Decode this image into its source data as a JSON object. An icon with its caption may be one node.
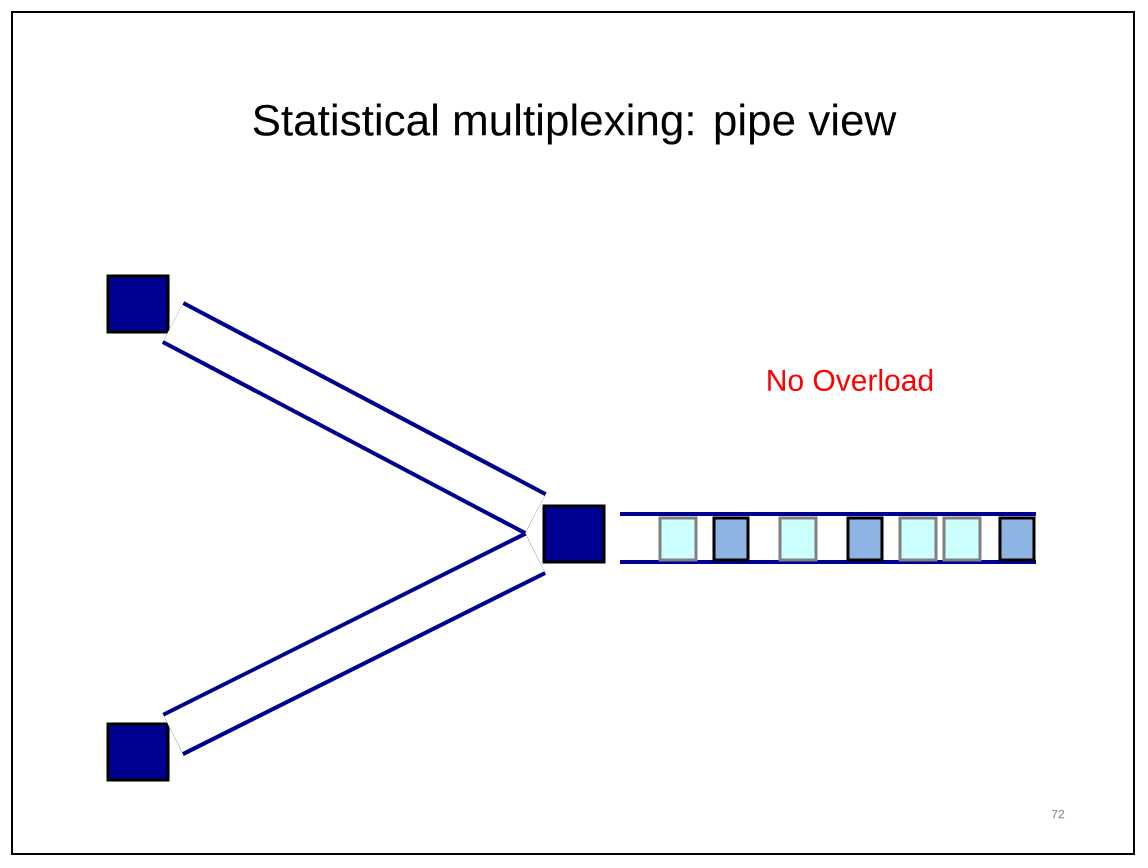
{
  "diagram": {
    "title": "Statistical multiplexing: pipe view",
    "nodes": [
      {
        "text": [],
        "shape": "box"
      },
      {
        "text": [],
        "shape": "box"
      },
      {
        "text": [],
        "shape": "box"
      }
    ],
    "edges": [
      {
        "from": 0,
        "to": 2,
        "arrow": "none"
      },
      {
        "from": 1,
        "to": 2,
        "arrow": "none"
      }
    ],
    "labels": [
      "No Overload",
      "72"
    ]
  }
}
